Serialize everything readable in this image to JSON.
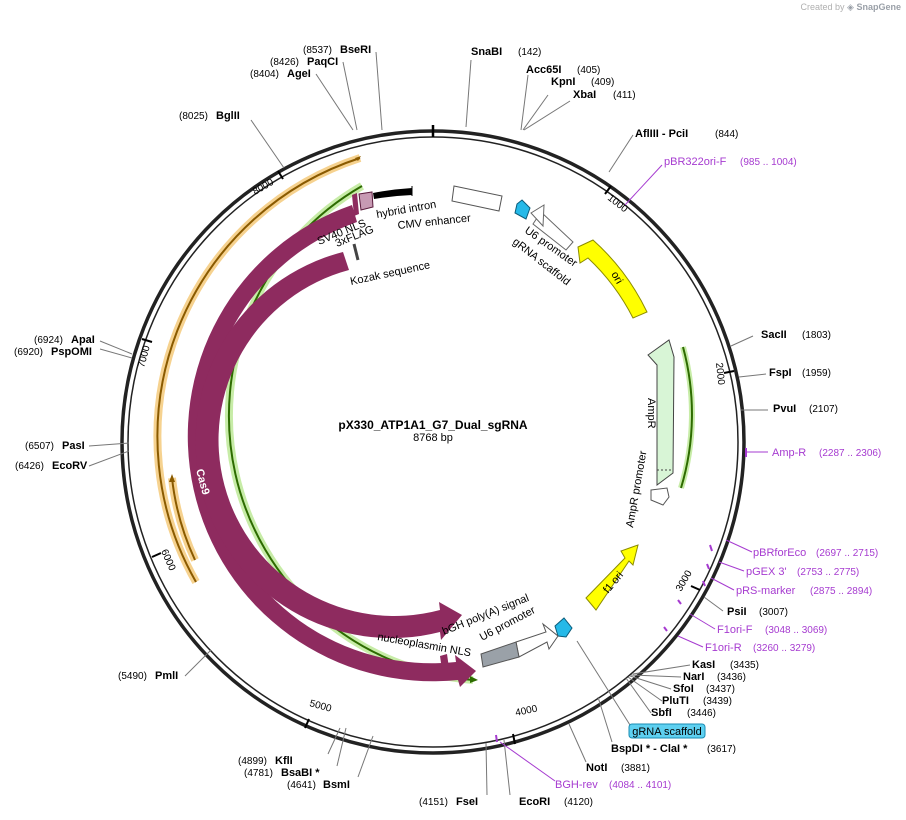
{
  "credit": {
    "prefix": "Created by",
    "brand": "SnapGene"
  },
  "plasmid": {
    "name": "pX330_ATP1A1_G7_Dual_sgRNA",
    "size_label": "8768 bp",
    "length_bp": 8768
  },
  "ticks": [
    "1000",
    "2000",
    "3000",
    "4000",
    "5000",
    "6000",
    "7000",
    "8000"
  ],
  "colors": {
    "cas9": "#8e2b5f",
    "ampr": "#d8f5d6",
    "ori": "#ffff00",
    "u6": "#25b9e8",
    "primer": "#a63bd0",
    "orf_orange": "#e88c2e",
    "orf_green": "#5fbf24"
  },
  "enzymes": [
    {
      "name": "SnaBI",
      "pos": "(142)"
    },
    {
      "name": "Acc65I",
      "pos": "(405)"
    },
    {
      "name": "KpnI",
      "pos": "(409)"
    },
    {
      "name": "XbaI",
      "pos": "(411)"
    },
    {
      "name": "AflIII  - PciI",
      "pos": "(844)"
    },
    {
      "name": "SacII",
      "pos": "(1803)"
    },
    {
      "name": "FspI",
      "pos": "(1959)"
    },
    {
      "name": "PvuI",
      "pos": "(2107)"
    },
    {
      "name": "PsiI",
      "pos": "(3007)"
    },
    {
      "name": "KasI",
      "pos": "(3435)"
    },
    {
      "name": "NarI",
      "pos": "(3436)"
    },
    {
      "name": "SfoI",
      "pos": "(3437)"
    },
    {
      "name": "PluTI",
      "pos": "(3439)"
    },
    {
      "name": "SbfI",
      "pos": "(3446)"
    },
    {
      "name": "BspDI *  - ClaI *",
      "pos": "(3617)"
    },
    {
      "name": "NotI",
      "pos": "(3881)"
    },
    {
      "name": "EcoRI",
      "pos": "(4120)"
    },
    {
      "name": "FseI",
      "pos": "(4151)"
    },
    {
      "name": "BsmI",
      "pos": "(4641)"
    },
    {
      "name": "BsaBI *",
      "pos": "(4781)"
    },
    {
      "name": "KflI",
      "pos": "(4899)"
    },
    {
      "name": "PmlI",
      "pos": "(5490)"
    },
    {
      "name": "EcoRV",
      "pos": "(6426)"
    },
    {
      "name": "PasI",
      "pos": "(6507)"
    },
    {
      "name": "PspOMI",
      "pos": "(6920)"
    },
    {
      "name": "ApaI",
      "pos": "(6924)"
    },
    {
      "name": "BglII",
      "pos": "(8025)"
    },
    {
      "name": "AgeI",
      "pos": "(8404)"
    },
    {
      "name": "PaqCI",
      "pos": "(8426)"
    },
    {
      "name": "BseRI",
      "pos": "(8537)"
    }
  ],
  "primers": [
    {
      "name": "pBR322ori-F",
      "pos": "(985 .. 1004)"
    },
    {
      "name": "Amp-R",
      "pos": "(2287 .. 2306)"
    },
    {
      "name": "pBRforEco",
      "pos": "(2697 .. 2715)"
    },
    {
      "name": "pGEX 3'",
      "pos": "(2753 .. 2775)"
    },
    {
      "name": "pRS-marker",
      "pos": "(2875 .. 2894)"
    },
    {
      "name": "F1ori-F",
      "pos": "(3048 .. 3069)"
    },
    {
      "name": "F1ori-R",
      "pos": "(3260 .. 3279)"
    },
    {
      "name": "BGH-rev",
      "pos": "(4084 .. 4101)"
    }
  ],
  "features": [
    "SV40 NLS",
    "3xFLAG",
    "hybrid intron",
    "CMV enhancer",
    "U6 promoter",
    "gRNA scaffold",
    "ori",
    "AmpR",
    "AmpR promoter",
    "f1 ori",
    "U6 promoter",
    "bGH poly(A) signal",
    "nucleoplasmin NLS",
    "Cas9",
    "Cas9",
    "Kozak sequence"
  ],
  "highlight_label": "gRNA scaffold"
}
